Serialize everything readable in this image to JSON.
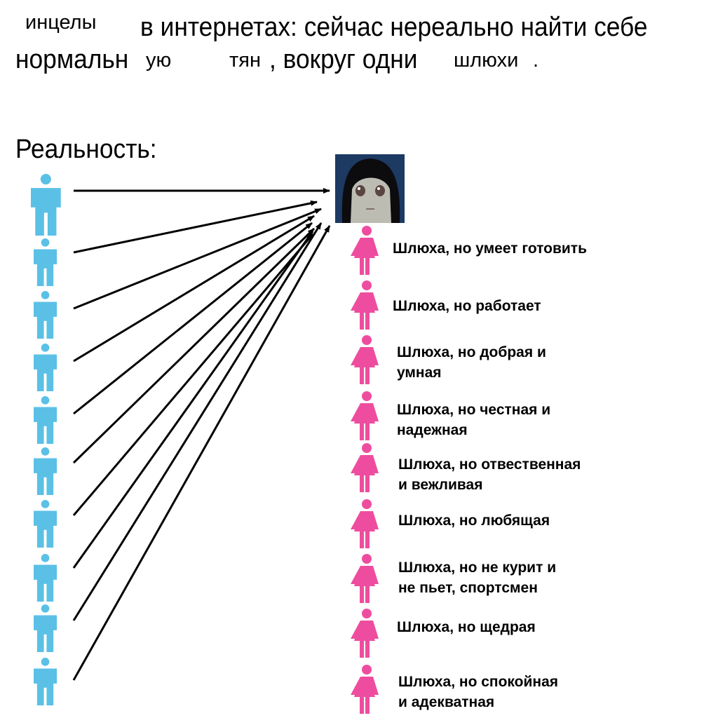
{
  "header": {
    "word_incels": "инцелы",
    "line1_rest": "в интернетах: сейчас нереально найти себе",
    "word_normal": "нормальн",
    "suffix_uyu": "ую",
    "word_tyan": "тян",
    "line2_mid": ", вокруг одни",
    "word_whores": "шлюхи",
    "period": "."
  },
  "reality_label": "Реальность:",
  "colors": {
    "male": "#5bc0e6",
    "female": "#ee4d9f",
    "arrow": "#000000"
  },
  "men_count": 10,
  "women": [
    {
      "label": [
        "Шлюха, но умеет готовить"
      ]
    },
    {
      "label": [
        "Шлюха, но работает"
      ]
    },
    {
      "label": [
        "Шлюха, но добрая и",
        "умная"
      ]
    },
    {
      "label": [
        "Шлюха, но честная и",
        "надежная"
      ]
    },
    {
      "label": [
        "Шлюха, но отвественная",
        "и вежливая"
      ]
    },
    {
      "label": [
        "Шлюха, но любящая"
      ]
    },
    {
      "label": [
        "Шлюха, но не курит и",
        "не пьет, спортсмен"
      ]
    },
    {
      "label": [
        "Шлюха, но щедрая"
      ]
    },
    {
      "label": [
        "Шлюха, но спокойная",
        "и адекватная"
      ]
    }
  ]
}
